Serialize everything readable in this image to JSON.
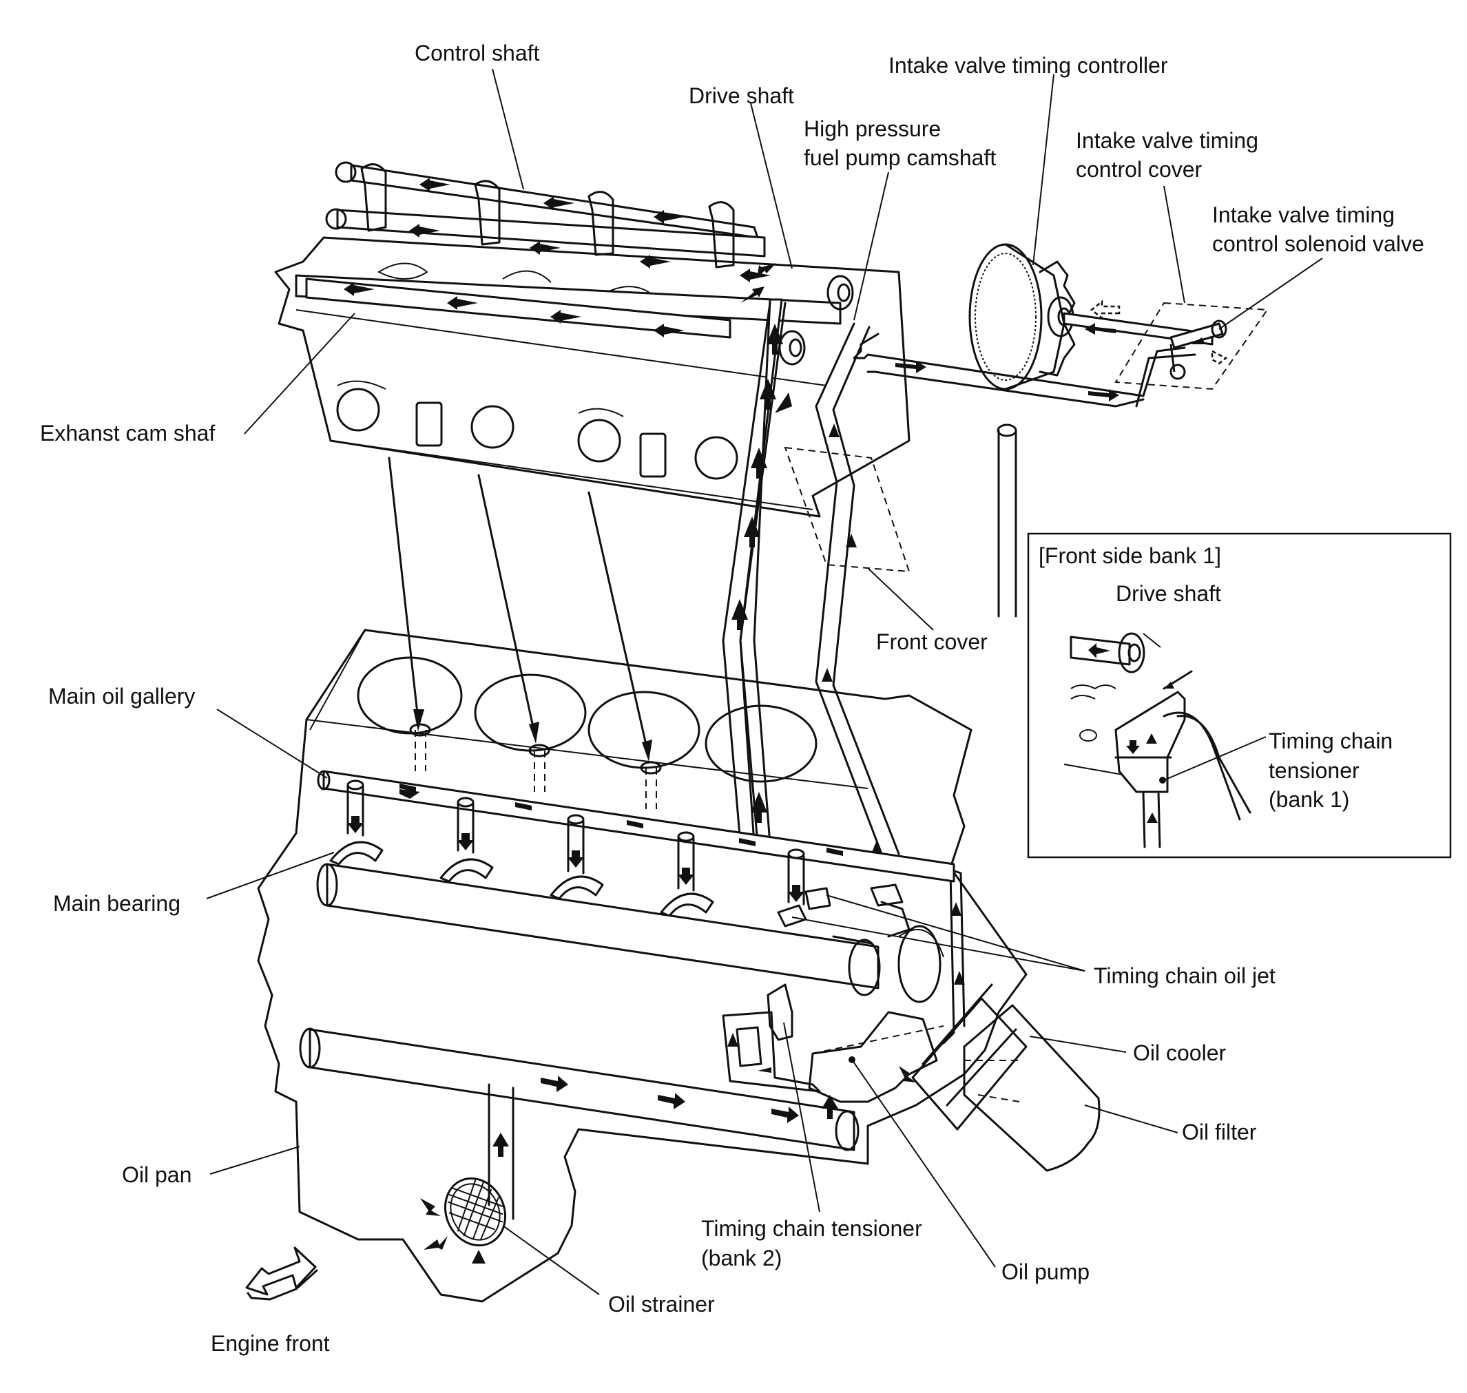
{
  "labels": {
    "control_shaft": "Control shaft",
    "drive_shaft": "Drive shaft",
    "intake_valve_timing_controller": "Intake valve timing controller",
    "hp_pump_line1": "High pressure",
    "hp_pump_line2": "fuel pump camshaft",
    "ivt_cover_line1": "Intake valve timing",
    "ivt_cover_line2": "control cover",
    "ivt_solenoid_line1": "Intake valve timing",
    "ivt_solenoid_line2": "control solenoid valve",
    "exhaust_cam_shaft": "Exhanst cam shaf",
    "front_cover": "Front cover",
    "main_oil_gallery": "Main oil gallery",
    "main_bearing": "Main bearing",
    "timing_chain_oil_jet": "Timing chain oil jet",
    "oil_cooler": "Oil cooler",
    "oil_filter": "Oil filter",
    "oil_pan": "Oil pan",
    "tensioner_bank2_line1": "Timing chain tensioner",
    "tensioner_bank2_line2": "(bank 2)",
    "oil_pump": "Oil pump",
    "oil_strainer": "Oil strainer",
    "engine_front": "Engine front"
  },
  "inset": {
    "title": "[Front side bank 1]",
    "drive_shaft": "Drive shaft",
    "tensioner_line1": "Timing chain",
    "tensioner_line2": "tensioner",
    "tensioner_line3": "(bank 1)"
  }
}
